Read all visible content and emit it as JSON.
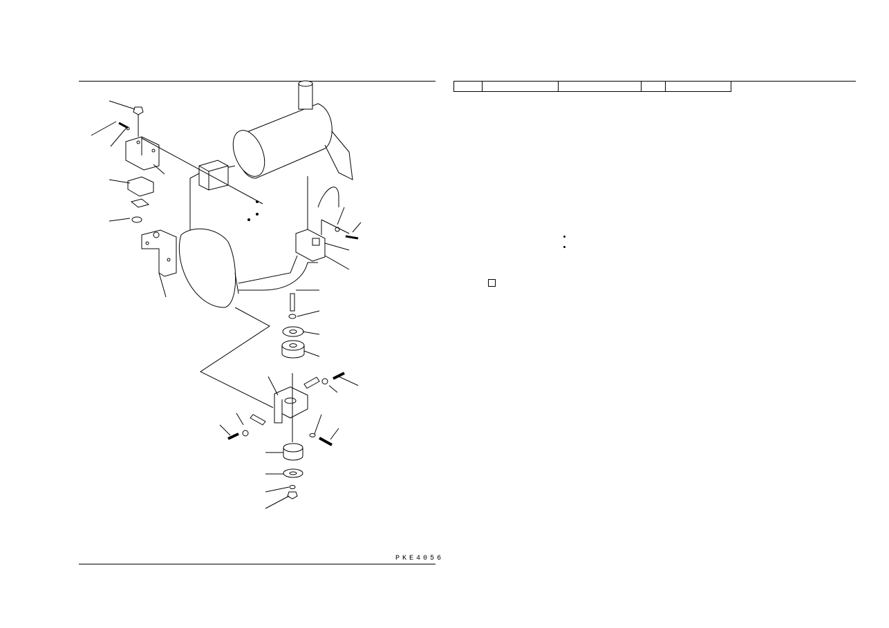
{
  "figure": {
    "drawing_code": "PKE4056"
  },
  "parts_table": {
    "columns": 5
  },
  "list": {
    "bullets": 2,
    "checkbox_checked": false
  }
}
